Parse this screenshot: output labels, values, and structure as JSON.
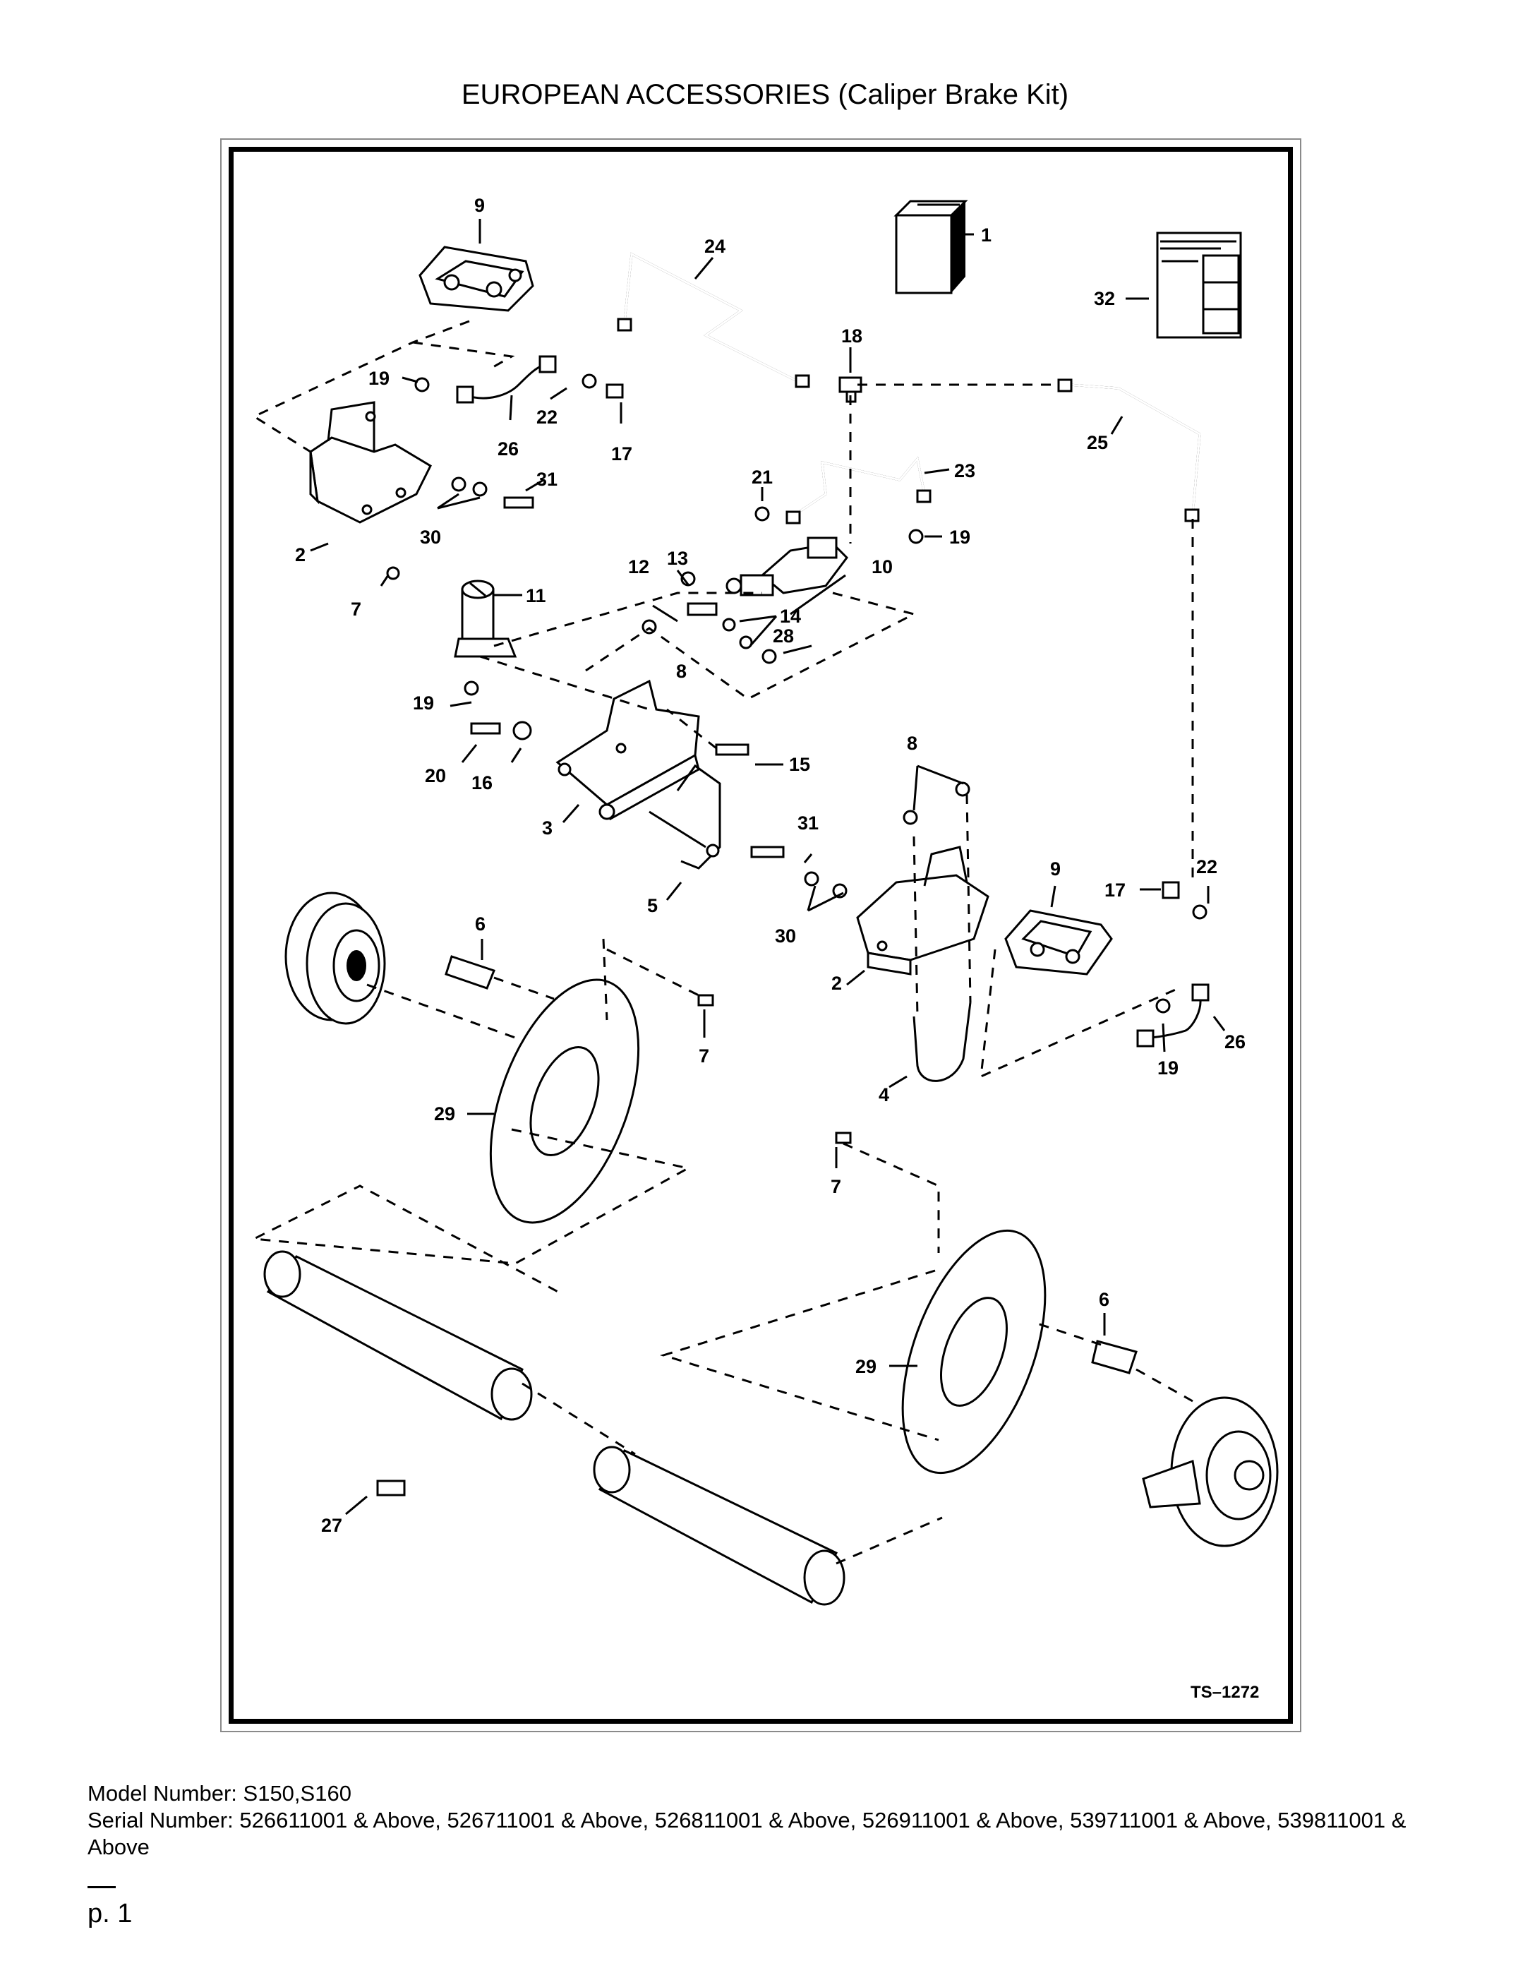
{
  "page": {
    "title": "EUROPEAN ACCESSORIES (Caliper Brake Kit)",
    "drawing_code": "TS–1272",
    "model_line": "Model Number: S150,S160",
    "serial_line": "Serial Number: 526611001 & Above, 526711001 & Above, 526811001 & Above, 526911001 & Above, 539711001 & Above, 539811001 & Above",
    "page_number": "p. 1"
  },
  "callouts": {
    "c1": "1",
    "c2a": "2",
    "c2b": "2",
    "c3": "3",
    "c4": "4",
    "c5": "5",
    "c6a": "6",
    "c6b": "6",
    "c7a": "7",
    "c7b": "7",
    "c7c": "7",
    "c8a": "8",
    "c8b": "8",
    "c9a": "9",
    "c9b": "9",
    "c10": "10",
    "c11": "11",
    "c12": "12",
    "c13": "13",
    "c14": "14",
    "c15": "15",
    "c16": "16",
    "c17a": "17",
    "c17b": "17",
    "c18": "18",
    "c19a": "19",
    "c19b": "19",
    "c19c": "19",
    "c19d": "19",
    "c20": "20",
    "c21": "21",
    "c22a": "22",
    "c22b": "22",
    "c23": "23",
    "c24": "24",
    "c25": "25",
    "c26a": "26",
    "c26b": "26",
    "c27": "27",
    "c28": "28",
    "c29a": "29",
    "c29b": "29",
    "c30a": "30",
    "c30b": "30",
    "c31a": "31",
    "c31b": "31",
    "c32": "32"
  }
}
